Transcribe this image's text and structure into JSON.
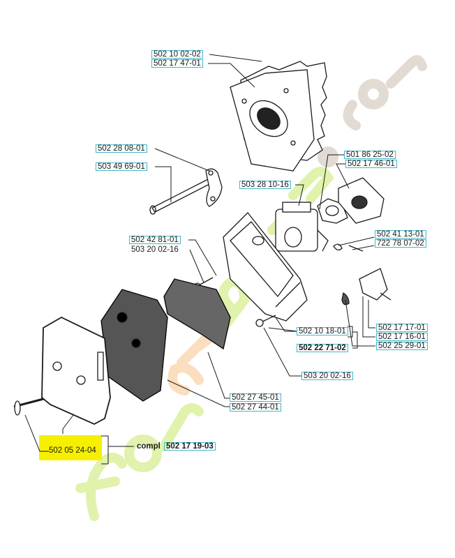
{
  "watermark": "foretjardin.com",
  "colors": {
    "label_box": "#3fb7c9",
    "highlight": "#f6f000",
    "line": "#1a1a1a"
  },
  "labels": {
    "p1": "502 10 02-02",
    "p2": "502 17 47-01",
    "p3": "502 28 08-01",
    "p4": "503 49 69-01",
    "p5": "503 28 10-16",
    "p6": "501 86 25-02",
    "p7": "502 17 46-01",
    "p8": "502 42 81-01",
    "p9": "503 20 02-16",
    "p10": "502 41 13-01",
    "p11": "722 78 07-02",
    "p12": "502 10 18-01",
    "p13": "502 22 71-02",
    "p14": "502 17 17-01",
    "p15": "502 17 16-01",
    "p16": "502 25 29-01",
    "p17": "503 20 02-16",
    "p18": "502 27 45-01",
    "p19": "502 27 44-01",
    "p20": "502 05 24-04",
    "compl_prefix": "compl",
    "p21": "502 17 19-03"
  }
}
